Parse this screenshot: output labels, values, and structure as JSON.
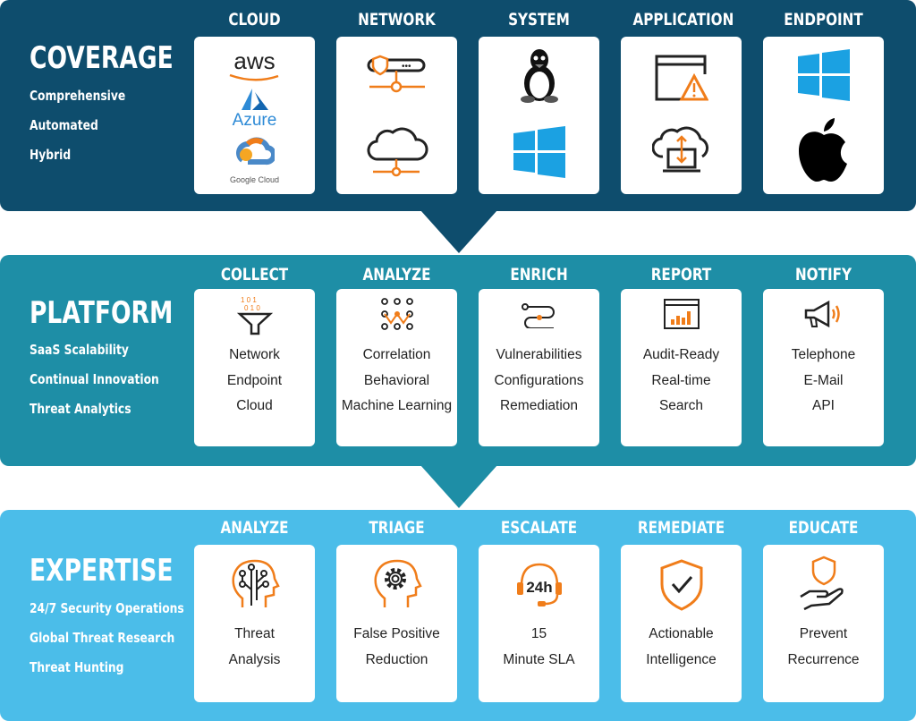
{
  "coverage": {
    "title": "COVERAGE",
    "subs": [
      "Comprehensive",
      "Automated",
      "Hybrid"
    ],
    "columns": [
      {
        "label": "CLOUD",
        "logos": [
          "aws",
          "Azure",
          "Google Cloud"
        ]
      },
      {
        "label": "NETWORK",
        "icons": [
          "firewall-icon",
          "cloud-network-icon"
        ]
      },
      {
        "label": "SYSTEM",
        "icons": [
          "linux-icon",
          "windows-icon"
        ]
      },
      {
        "label": "APPLICATION",
        "icons": [
          "app-warning-icon",
          "cloud-laptop-icon"
        ]
      },
      {
        "label": "ENDPOINT",
        "icons": [
          "windows-icon",
          "apple-icon"
        ]
      }
    ]
  },
  "platform": {
    "title": "PLATFORM",
    "subs": [
      "SaaS Scalability",
      "Continual Innovation",
      "Threat Analytics"
    ],
    "columns": [
      {
        "label": "COLLECT",
        "icon": "funnel-icon",
        "lines": [
          "Network",
          "Endpoint",
          "Cloud"
        ]
      },
      {
        "label": "ANALYZE",
        "icon": "nodes-icon",
        "lines": [
          "Correlation",
          "Behavioral",
          "Machine Learning"
        ]
      },
      {
        "label": "ENRICH",
        "icon": "flow-icon",
        "lines": [
          "Vulnerabilities",
          "Configurations",
          "Remediation"
        ]
      },
      {
        "label": "REPORT",
        "icon": "report-chart-icon",
        "lines": [
          "Audit-Ready",
          "Real-time",
          "Search"
        ]
      },
      {
        "label": "NOTIFY",
        "icon": "megaphone-icon",
        "lines": [
          "Telephone",
          "E-Mail",
          "API"
        ]
      }
    ]
  },
  "expertise": {
    "title": "EXPERTISE",
    "subs": [
      "24/7 Security Operations",
      "Global Threat Research",
      "Threat Hunting"
    ],
    "columns": [
      {
        "label": "ANALYZE",
        "icon": "head-circuit-icon",
        "lines": [
          "Threat",
          "Analysis"
        ]
      },
      {
        "label": "TRIAGE",
        "icon": "head-gear-icon",
        "lines": [
          "False Positive",
          "Reduction"
        ]
      },
      {
        "label": "ESCALATE",
        "icon": "headset-24h-icon",
        "icon_text": "24h",
        "lines": [
          "15",
          "Minute SLA"
        ]
      },
      {
        "label": "REMEDIATE",
        "icon": "shield-check-icon",
        "lines": [
          "Actionable",
          "Intelligence"
        ]
      },
      {
        "label": "EDUCATE",
        "icon": "hand-shield-icon",
        "lines": [
          "Prevent",
          "Recurrence"
        ]
      }
    ]
  },
  "colors": {
    "coverage": "#0e4d6d",
    "platform": "#1e8ea6",
    "expertise": "#4bbde9",
    "accent": "#f07d1a"
  }
}
